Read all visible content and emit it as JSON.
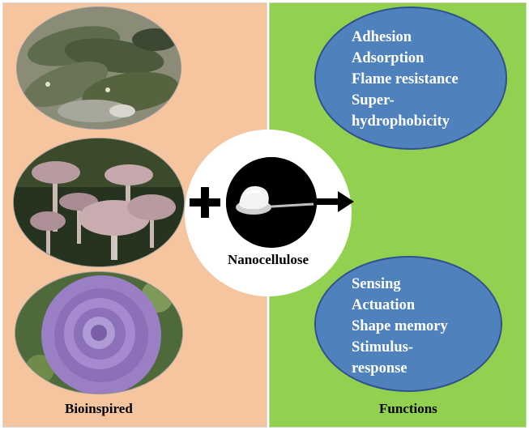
{
  "left_panel": {
    "label": "Bioinspired",
    "color": "#f5c5a0",
    "images": [
      "fish",
      "mushrooms",
      "rose"
    ]
  },
  "center": {
    "label": "Nanocellulose",
    "plus_symbol": "plus-icon",
    "arrow_symbol": "arrow-right-icon"
  },
  "right_panel": {
    "label": "Functions",
    "color": "#92d050",
    "ellipse_color": "#4f81bd",
    "groups": [
      [
        "Adhesion",
        "Adsorption",
        "Flame resistance",
        "Super-",
        "hydrophobicity"
      ],
      [
        "Sensing",
        "Actuation",
        "Shape memory",
        "Stimulus-",
        "response"
      ]
    ]
  }
}
